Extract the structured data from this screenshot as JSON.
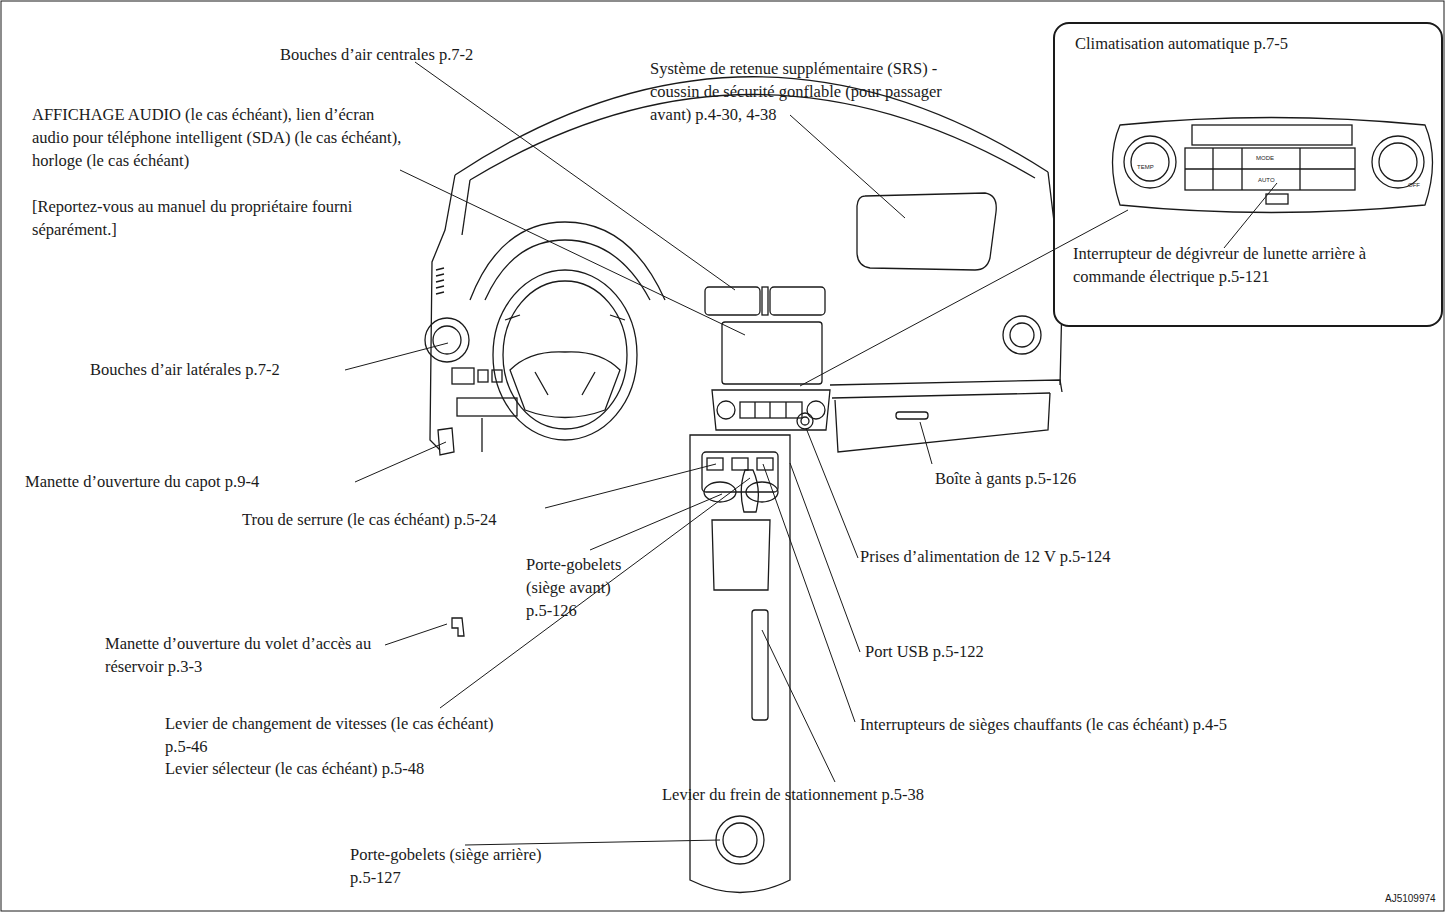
{
  "diagram": {
    "nodes": [
      {
        "text": [
          "Climatisation automatique p.7-5",
          "Interrupteur de dégivreur de lunette arrière à commande électrique p.5-121"
        ]
      }
    ],
    "labels": [
      "Bouches d’air centrales p.7-2",
      "Système de retenue supplémentaire (SRS) - coussin de sécurité gonflable (pour passager avant) p.4-30, 4-38",
      "AFFICHAGE AUDIO (le cas échéant), lien d’écran audio pour téléphone intelligent (SDA) (le cas échéant), horloge (le cas échéant)",
      "[Reportez-vous au manuel du propriétaire fourni séparément.]",
      "Bouches d’air latérales p.7-2",
      "Manette d’ouverture du capot p.9-4",
      "Trou de serrure (le cas échéant) p.5-24",
      "Porte-gobelets (siège avant) p.5-126",
      "Manette d’ouverture du volet d’accès au réservoir p.3-3",
      "Levier de changement de vitesses (le cas échéant) p.5-46",
      "Levier sélecteur (le cas échéant) p.5-48",
      "Porte-gobelets (siège arrière) p.5-127",
      "Boîte à gants p.5-126",
      "Prises d’alimentation de 12 V p.5-124",
      "Port USB p.5-122",
      "Interrupteurs de sièges chauffants (le cas échéant) p.4-5",
      "Levier du frein de stationnement p.5-38",
      "TEMP",
      "MODE",
      "AUTO",
      "OFF",
      "AJ5109974"
    ]
  }
}
